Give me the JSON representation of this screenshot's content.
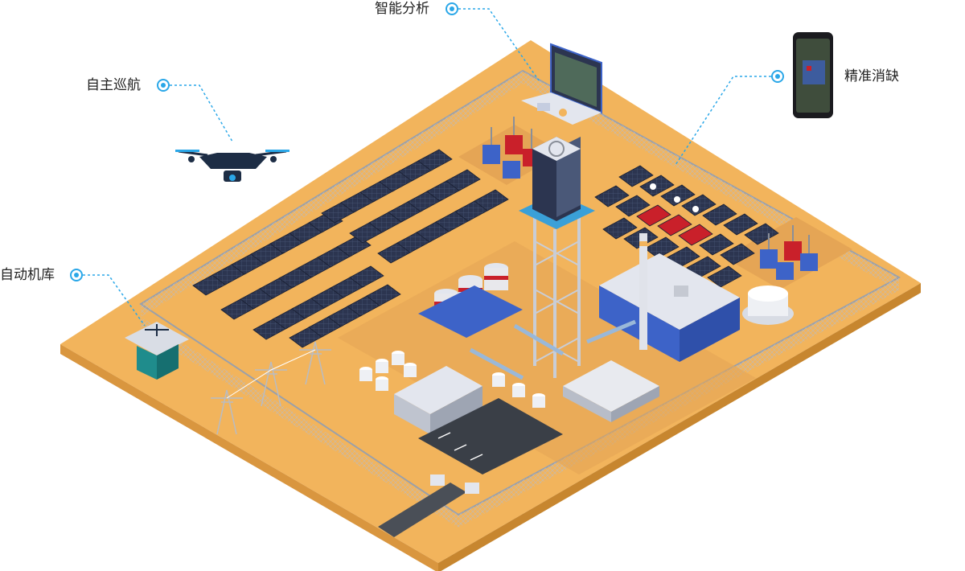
{
  "callouts": {
    "analysis": "智能分析",
    "cruise": "自主巡航",
    "hangar": "自动机库",
    "defect": "精准消缺"
  },
  "icons": {
    "drone": "drone-icon",
    "phone": "phone-icon",
    "laptop": "laptop-icon",
    "warning": "warning-icon"
  },
  "colors": {
    "ground": "#F2B45C",
    "ground_side": "#D9963F",
    "pad": "#E5A555",
    "callout_line": "#2AA7E8",
    "callout_dot": "#2AA7E8",
    "panel": "#2C3550",
    "panel_alert": "#C9202A",
    "building_blue": "#3D63C8",
    "building_roof": "#E3E6EE",
    "drone_body": "#1D2D45"
  }
}
